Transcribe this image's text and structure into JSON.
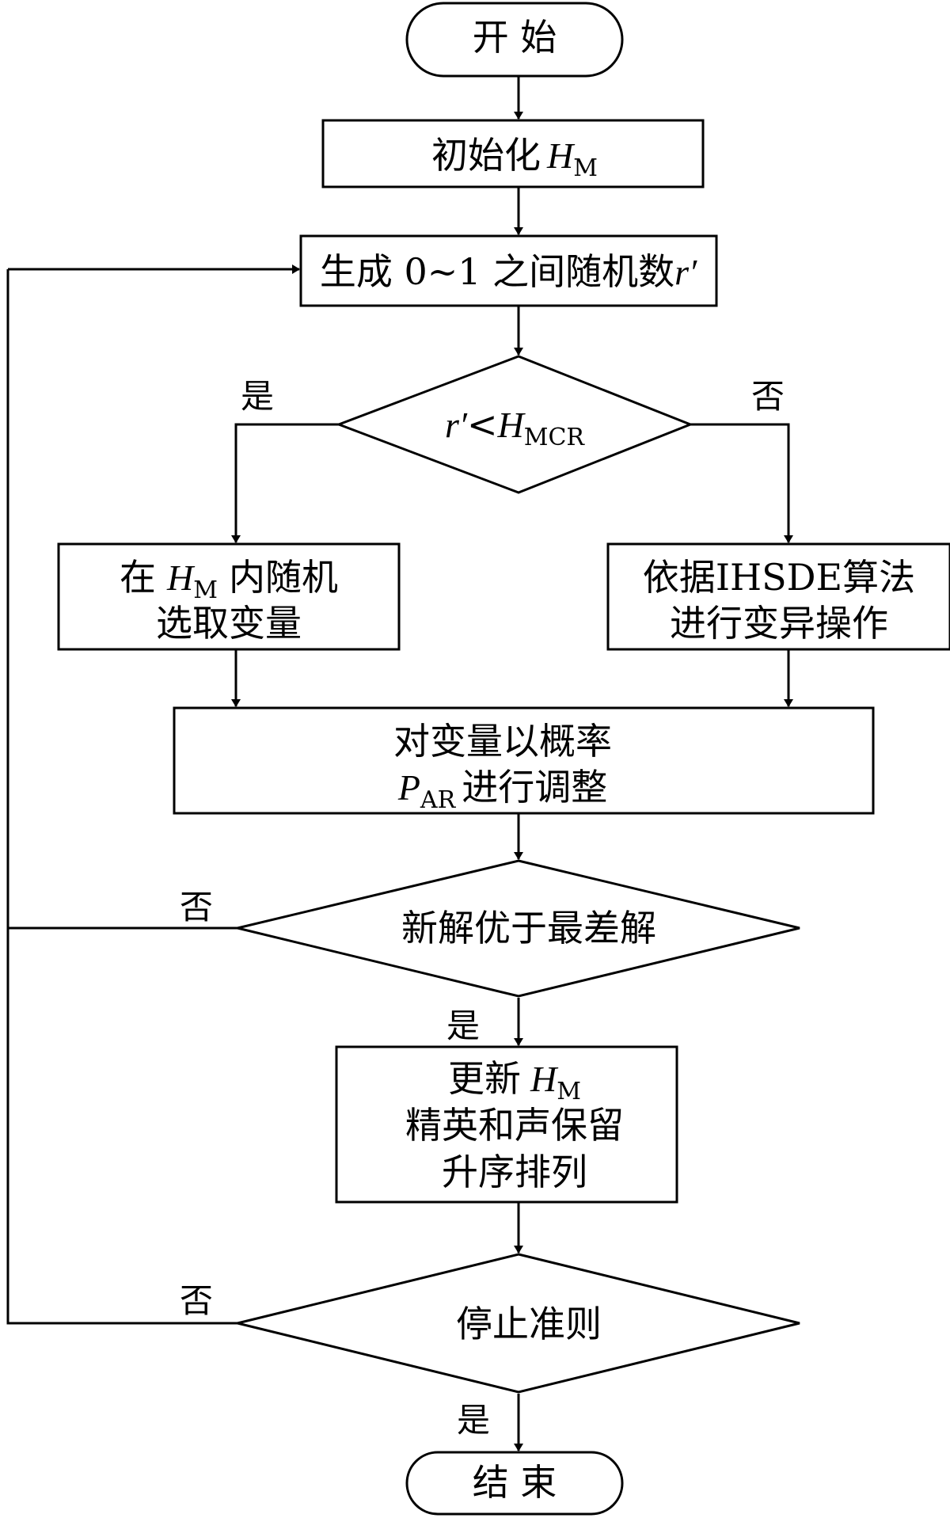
{
  "nodes": {
    "start": "开 始",
    "init": {
      "text": "初始化",
      "var": "H",
      "sub": "M"
    },
    "gen": {
      "text": "生成 0~1 之间随机数",
      "var": "r′"
    },
    "cond1": {
      "var1": "r′",
      "op": "<",
      "var2": "H",
      "sub": "MCR"
    },
    "left": {
      "pre": "在",
      "var": "H",
      "sub": "M",
      "post": "内随机",
      "line2": "选取变量"
    },
    "right": {
      "line1": "依据IHSDE算法",
      "line2": "进行变异操作"
    },
    "adjust": {
      "line1": "对变量以概率",
      "var": "P",
      "sub": "AR",
      "post": "进行调整"
    },
    "cond2": "新解优于最差解",
    "update": {
      "pre": "更新",
      "var": "H",
      "sub": "M",
      "line2": "精英和声保留",
      "line3": "升序排列"
    },
    "cond3": "停止准则",
    "end": "结 束"
  },
  "edge_labels": {
    "yes": "是",
    "no": "否"
  }
}
